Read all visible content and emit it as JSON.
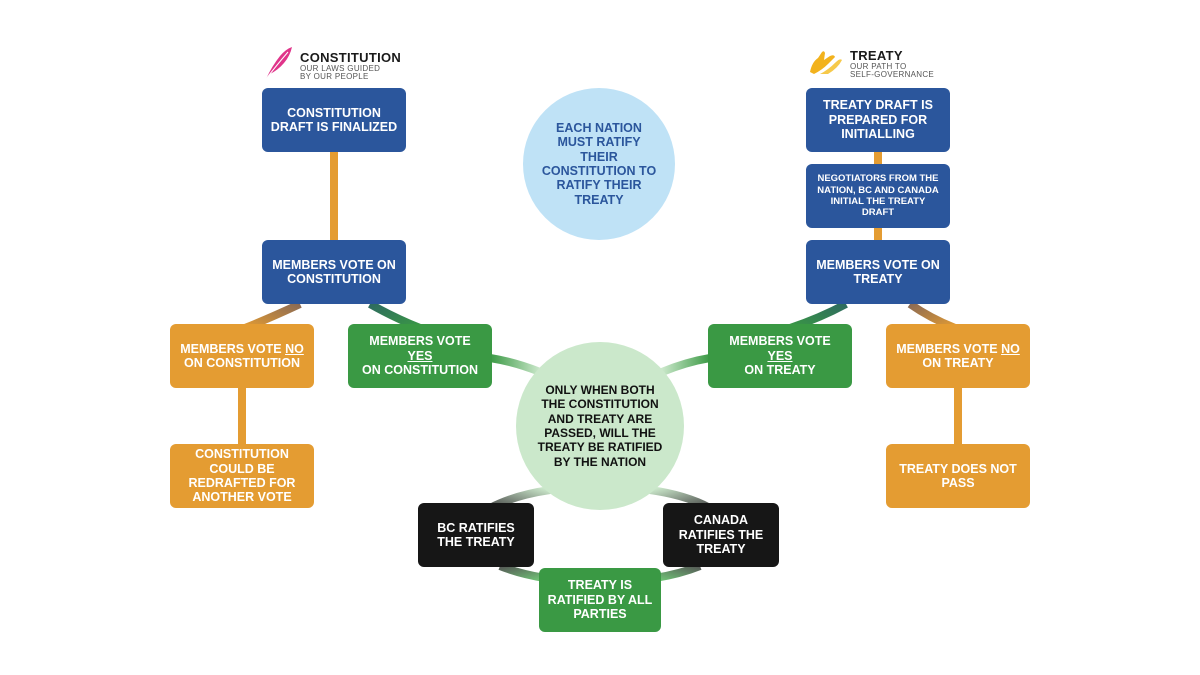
{
  "constitution_header": {
    "title": "CONSTITUTION",
    "subtitle_line1": "OUR LAWS GUIDED",
    "subtitle_line2": "BY OUR PEOPLE",
    "icon": "feather-icon",
    "icon_color": "#e0348a"
  },
  "treaty_header": {
    "title": "TREATY",
    "subtitle_line1": "OUR PATH TO",
    "subtitle_line2": "SELF-GOVERNANCE",
    "icon": "hands-icon",
    "icon_color": "#f2b21d"
  },
  "constitution": {
    "draft_finalized": "CONSTITUTION DRAFT IS FINALIZED",
    "members_vote": "MEMBERS VOTE ON CONSTITUTION",
    "vote_no": {
      "prefix": "MEMBERS VOTE ",
      "emph": "NO",
      "suffix": "ON CONSTITUTION"
    },
    "vote_yes": {
      "prefix": "MEMBERS VOTE ",
      "emph": "YES",
      "suffix": "ON CONSTITUTION"
    },
    "redrafted": "CONSTITUTION COULD BE REDRAFTED FOR ANOTHER VOTE"
  },
  "treaty": {
    "draft_prepared": "TREATY DRAFT IS PREPARED FOR INITIALLING",
    "negotiators_initial": "NEGOTIATORS FROM THE NATION, BC AND CANADA INITIAL THE TREATY DRAFT",
    "members_vote": "MEMBERS VOTE ON TREATY",
    "vote_yes": {
      "prefix": "MEMBERS VOTE ",
      "emph": "YES",
      "suffix": "ON TREATY"
    },
    "vote_no": {
      "prefix": "MEMBERS VOTE ",
      "emph": "NO",
      "suffix": "ON TREATY"
    },
    "does_not_pass": "TREATY DOES NOT PASS"
  },
  "center": {
    "ratify_note": "EACH NATION MUST RATIFY THEIR CONSTITUTION TO RATIFY THEIR TREATY",
    "both_passed": "ONLY WHEN BOTH THE CONSTITUTION AND TREATY ARE PASSED, WILL THE TREATY BE RATIFIED BY THE NATION"
  },
  "ratification": {
    "bc": "BC RATIFIES THE TREATY",
    "canada": "CANADA RATIFIES THE TREATY",
    "all_parties": "TREATY IS RATIFIED BY ALL PARTIES"
  },
  "colors": {
    "blue": "#2b569c",
    "orange": "#e49c32",
    "green": "#3a9944",
    "black": "#161616",
    "light_blue": "#bfe2f6",
    "light_green": "#cbe8cb"
  }
}
